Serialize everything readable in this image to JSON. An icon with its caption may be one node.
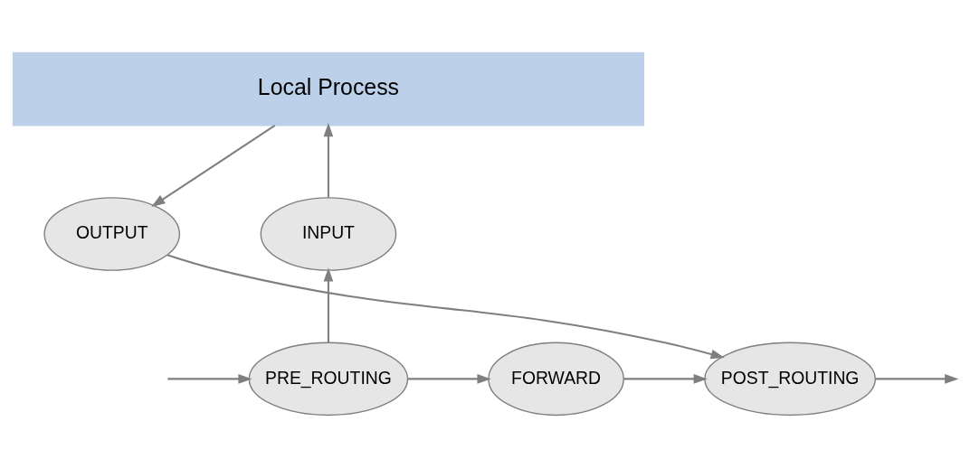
{
  "diagram": {
    "nodes": [
      {
        "text": [
          "Local Process"
        ]
      },
      {
        "text": [
          "INPUT"
        ]
      },
      {
        "text": [
          "OUTPUT"
        ]
      },
      {
        "text": [
          "PRE_ROUTING"
        ]
      },
      {
        "text": [
          "FORWARD"
        ]
      },
      {
        "text": [
          "POST_ROUTING"
        ]
      }
    ],
    "edges": [
      {
        "from": null,
        "to": 3,
        "arrow": "to"
      },
      {
        "from": 3,
        "to": 1,
        "arrow": "to"
      },
      {
        "from": 1,
        "to": 0,
        "arrow": "to"
      },
      {
        "from": 0,
        "to": 2,
        "arrow": "to"
      },
      {
        "from": 2,
        "to": 5,
        "arrow": "to"
      },
      {
        "from": 3,
        "to": 4,
        "arrow": "to"
      },
      {
        "from": 4,
        "to": 5,
        "arrow": "to"
      },
      {
        "from": 5,
        "to": null,
        "arrow": "to"
      }
    ]
  }
}
